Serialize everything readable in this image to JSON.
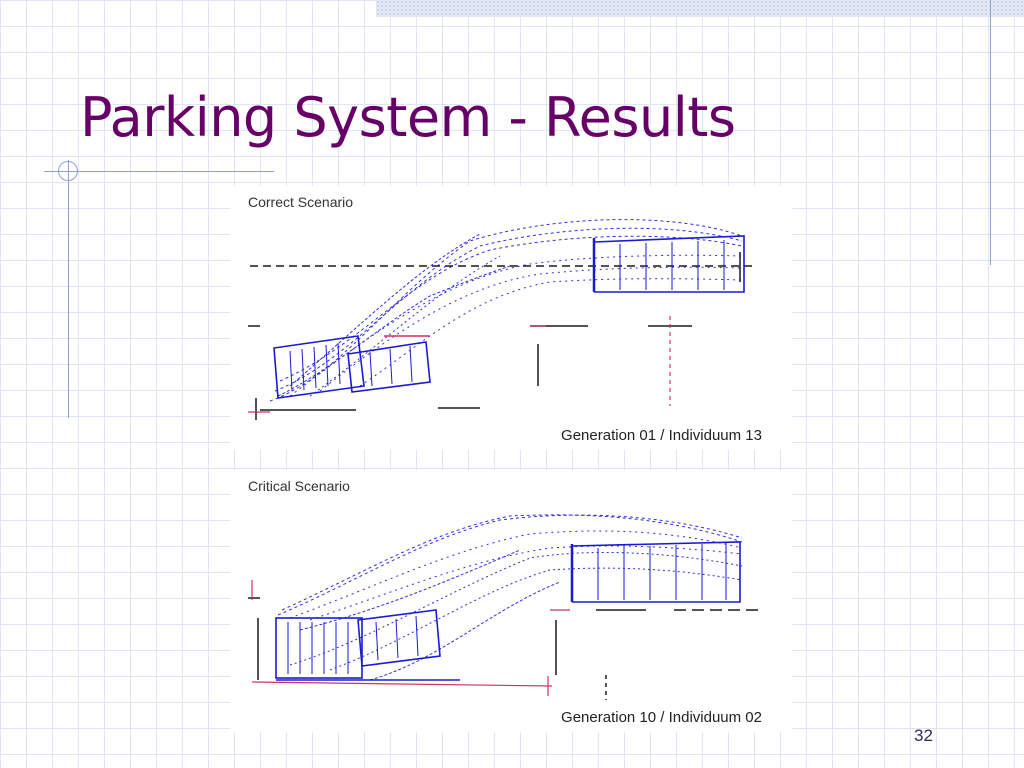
{
  "slide": {
    "title": "Parking System - Results",
    "page_number": "32"
  },
  "scenarios": [
    {
      "label": "Correct Scenario",
      "caption": "Generation 01 / Individuum 13"
    },
    {
      "label": "Critical Scenario",
      "caption": "Generation 10 / Individuum 02"
    }
  ],
  "colors": {
    "title": "#660066",
    "trajectory": "#1a1ad2",
    "marker": "#cc3366",
    "grid": "#dfe6f2"
  }
}
